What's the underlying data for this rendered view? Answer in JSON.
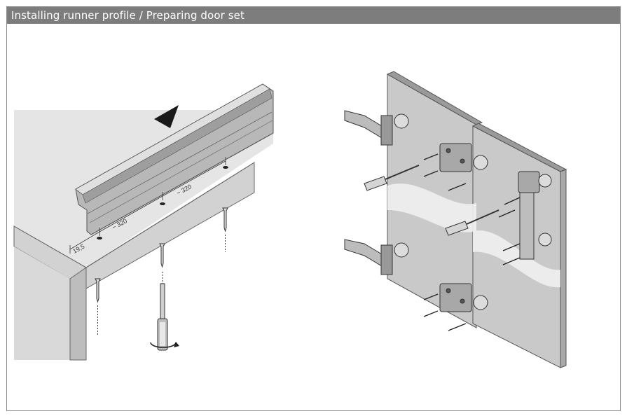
{
  "header": {
    "title": "Installing runner profile / Preparing door set"
  },
  "dimensions": {
    "spacing_1": "~ 320",
    "spacing_2": "~ 320",
    "offset": "19,5"
  },
  "colors": {
    "header_bg": "#7d7d7d",
    "panel_fill": "#c9c9c9",
    "wall_fill": "#e6e6e6",
    "profile_fill": "#b4b4b4",
    "line": "#555555"
  },
  "icons": {
    "direction_arrow": "triangle-arrow-icon",
    "rotation": "rotation-arrow-icon"
  }
}
